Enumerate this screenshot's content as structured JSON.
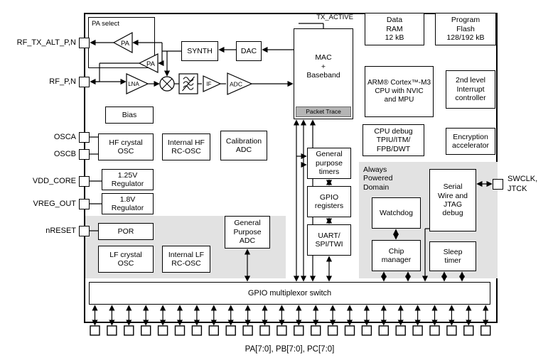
{
  "pins": {
    "left": [
      "RF_TX_ALT_P,N",
      "RF_P,N",
      "OSCA",
      "OSCB",
      "VDD_CORE",
      "VREG_OUT",
      "nRESET"
    ],
    "right": "SWCLK,\nJTCK",
    "bottom_label": "PA[7:0], PB[7:0], PC[7:0]",
    "bottom_count": 24
  },
  "signals": {
    "tx_active": "TX_ACTIVE",
    "pa_select": "PA select"
  },
  "blocks": {
    "pa_top": "PA",
    "pa_bottom": "PA",
    "lna": "LNA",
    "if_amp": "IF",
    "rx_adc": "ADC",
    "synth": "SYNTH",
    "dac": "DAC",
    "mac": "MAC\n+\nBaseband",
    "packet_trace": "Packet Trace",
    "bias": "Bias",
    "hf_crystal_osc": "HF crystal\nOSC",
    "internal_hf_rc_osc": "Internal HF\nRC-OSC",
    "calibration_adc": "Calibration\nADC",
    "reg_1v25": "1.25V\nRegulator",
    "reg_1v8": "1.8V\nRegulator",
    "por": "POR",
    "lf_crystal_osc": "LF crystal\nOSC",
    "internal_lf_rc_osc": "Internal LF\nRC-OSC",
    "gp_adc": "General\nPurpose\nADC",
    "gp_timers": "General\npurpose\ntimers",
    "gpio_registers": "GPIO\nregisters",
    "uart_spi_twi": "UART/\nSPI/TWI",
    "data_ram": "Data\nRAM\n12 kB",
    "program_flash": "Program\nFlash\n128/192 kB",
    "cpu": "ARM® Cortex™-M3\nCPU with NVIC\nand MPU",
    "interrupt_controller": "2nd level\nInterrupt\ncontroller",
    "cpu_debug": "CPU debug\nTPIU/ITM/\nFPB/DWT",
    "encryption": "Encryption\naccelerator",
    "always_powered_domain": "Always\nPowered\nDomain",
    "watchdog": "Watchdog",
    "chip_manager": "Chip\nmanager",
    "serial_wire_jtag": "Serial\nWire and\nJTAG\ndebug",
    "sleep_timer": "Sleep\ntimer",
    "gpio_mux": "GPIO multiplexor switch"
  },
  "colors": {
    "background": "#ffffff",
    "block_border": "#000000",
    "shade": "#e2e2e2",
    "packet_trace_fill": "#b5b5b5"
  }
}
